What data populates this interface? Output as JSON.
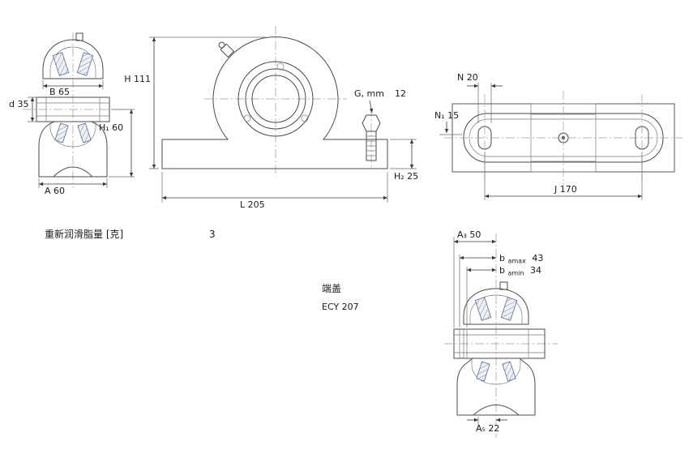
{
  "colors": {
    "housing_fill": "#c9d9e8",
    "housing_fill_light": "#d3e0ee",
    "shaft_fill": "#e4e4e4",
    "line": "#4a4a4a"
  },
  "views": {
    "shaft_section_view": {
      "dims": {
        "B": "B 65",
        "d": "d 35",
        "H1": "H₁ 60",
        "A": "A 60"
      }
    },
    "front_view": {
      "dims": {
        "H": "H 111",
        "G_label": "G, mm",
        "G_value": "12",
        "H2": "H₂ 25",
        "L": "L 205"
      }
    },
    "top_view": {
      "dims": {
        "N": "N 20",
        "N1": "N₁ 15",
        "J": "J 170"
      }
    },
    "end_cover_view": {
      "dims": {
        "A3": "A₃ 50",
        "bamax_base": "b",
        "bamax_sub": "amax",
        "bamax_value": "43",
        "bamin_base": "b",
        "bamin_sub": "amin",
        "bamin_value": "34",
        "A5": "A₅ 22"
      }
    }
  },
  "notes": {
    "relubrication_label": "重新润滑脂量 [克]",
    "relubrication_value": "3",
    "end_cover_label": "端盖",
    "end_cover_value": "ECY 207"
  }
}
